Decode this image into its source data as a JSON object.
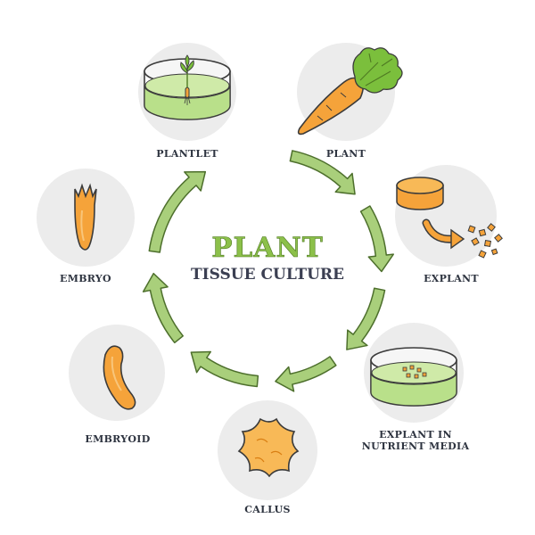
{
  "title": {
    "main": "PLANT",
    "sub": "TISSUE CULTURE"
  },
  "stages": {
    "plant": "PLANT",
    "explant": "EXPLANT",
    "explant_media_line1": "EXPLANT IN",
    "explant_media_line2": "NUTRIENT MEDIA",
    "callus": "CALLUS",
    "embryoid": "EMBRYOID",
    "embryo": "EMBRYO",
    "plantlet": "PLANTLET"
  },
  "colors": {
    "arrow_fill": "#a9cf7b",
    "arrow_stroke": "#4d6f2c",
    "circle_bg": "#ececec",
    "orange": "#f5a33a",
    "orange_dark": "#d97e12",
    "medium": "#b9e08a",
    "leaf": "#7bbf3c",
    "title_green": "#8cc04a",
    "label_text": "#2e3440"
  },
  "icons": [
    "plantlet-dish-icon",
    "carrot-plant-icon",
    "explant-slice-icon",
    "nutrient-dish-icon",
    "callus-icon",
    "embryoid-icon",
    "embryo-icon"
  ]
}
